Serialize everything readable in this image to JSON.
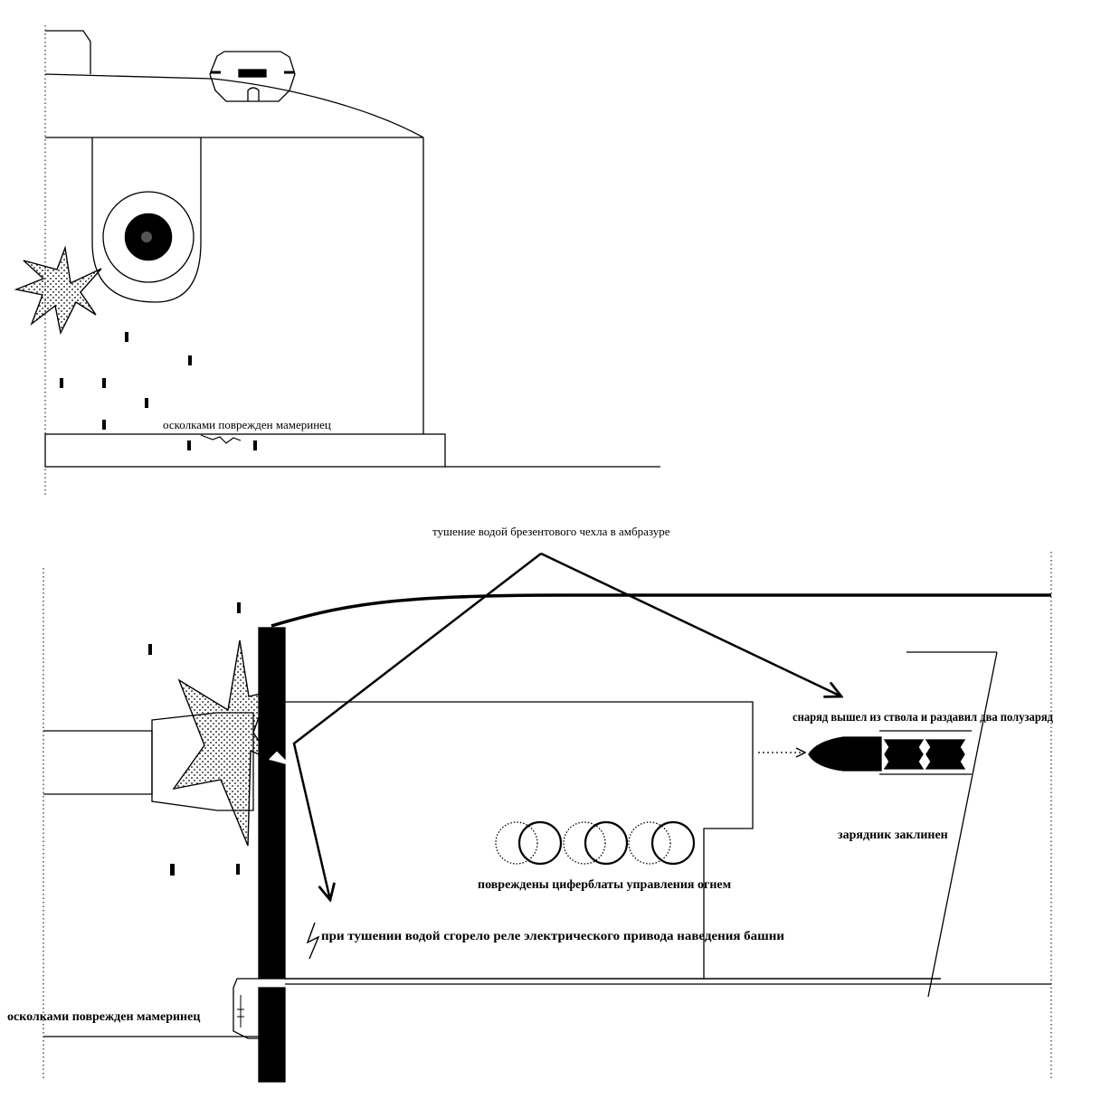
{
  "top_view": {
    "label_mamerinets_top": "осколками поврежден  мамеринец"
  },
  "side_view": {
    "label_tarpaulin": "тушение водой  брезентового чехла в амбразуре",
    "label_shell": "снаряд вышел из ствола и раздавил два полузаряд",
    "label_rammer": "зарядник заклинен",
    "label_dials": "повреждены циферблаты управления огнем",
    "label_relay": "при тушении водой сгорело реле электрического привода наведения башни",
    "label_mamerinets_bottom": "осколками поврежден мамеринец"
  },
  "colors": {
    "ink": "#000000",
    "paper": "#ffffff",
    "frame": "#888888"
  }
}
